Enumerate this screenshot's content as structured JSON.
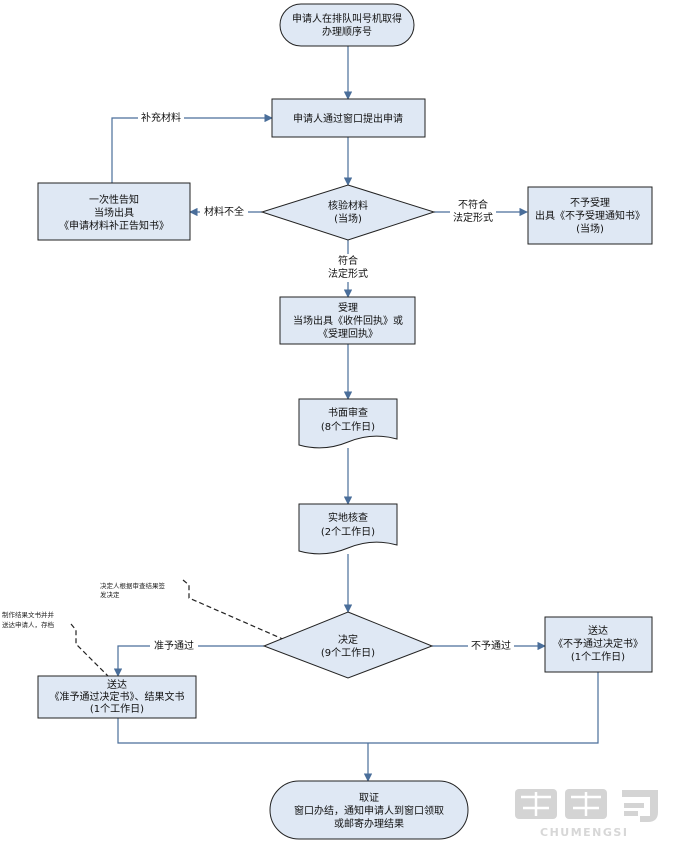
{
  "nodes": {
    "start": [
      "申请人在排队叫号机取得",
      "办理顺序号"
    ],
    "submit": [
      "申请人通过窗口提出申请"
    ],
    "check": [
      "核验材料",
      "(当场)"
    ],
    "notify_once": [
      "一次性告知",
      "当场出具",
      "《申请材料补正告知书》"
    ],
    "reject_accept": [
      "不予受理",
      "出具《不予受理通知书》",
      "(当场)"
    ],
    "accept": [
      "受理",
      "当场出具《收件回执》或",
      "《受理回执》"
    ],
    "written_review": [
      "书面审查",
      "(8个工作日)"
    ],
    "site_check": [
      "实地核查",
      "(2个工作日)"
    ],
    "decision": [
      "决定",
      "(9个工作日)"
    ],
    "deliver_approve": [
      "送达",
      "《准予通过决定书》、结果文书",
      "(1个工作日)"
    ],
    "deliver_reject": [
      "送达",
      "《不予通过决定书》",
      "(1个工作日)"
    ],
    "pickup": [
      "取证",
      "窗口办结，通知申请人到窗口领取",
      "或邮寄办理结果"
    ]
  },
  "edge_labels": {
    "supplement": "补充材料",
    "incomplete": "材料不全",
    "nonconform": [
      "不符合",
      "法定形式"
    ],
    "conform": [
      "符合",
      "法定形式"
    ],
    "approve": "准予通过",
    "reject": "不予通过"
  },
  "notes": {
    "decision_note": [
      "决定人根据审查结果签",
      "发决定"
    ],
    "archive_note": [
      "制作结果文书并并",
      "送达申请人，存档"
    ]
  },
  "watermark": {
    "brand": "CHUMENGSI"
  }
}
